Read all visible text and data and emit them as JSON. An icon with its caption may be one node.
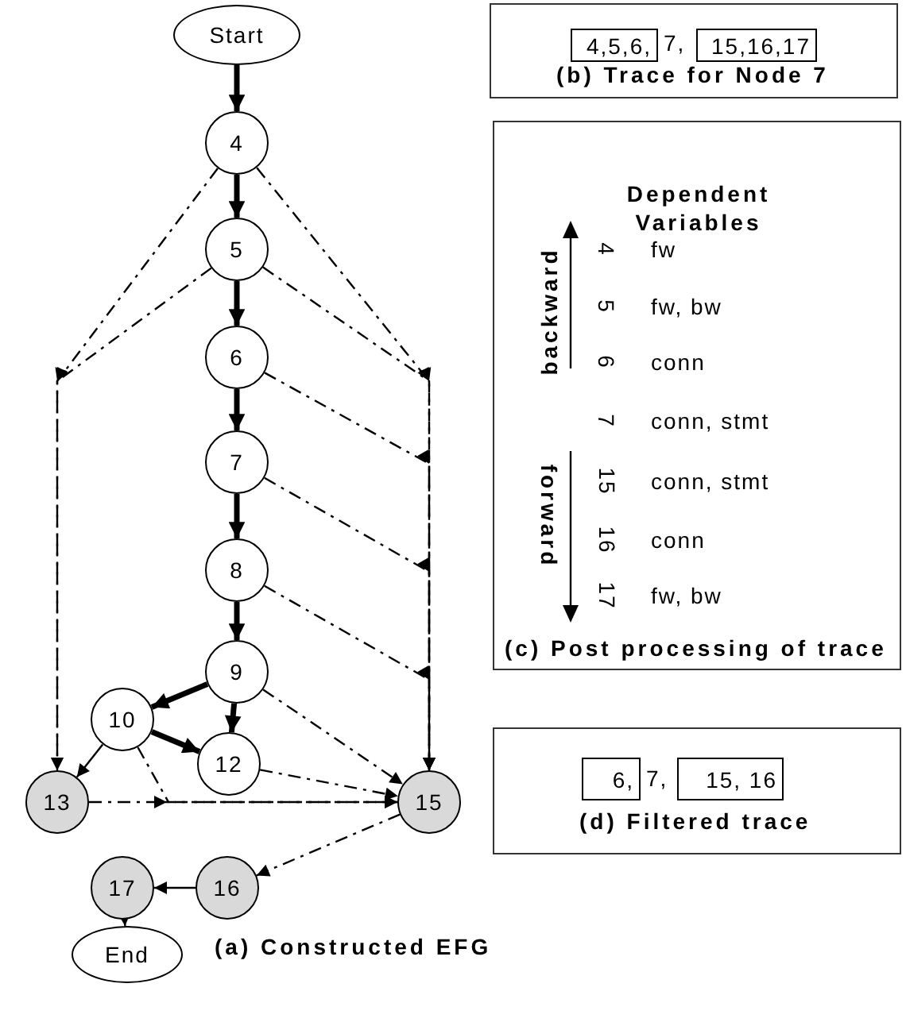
{
  "diagram": {
    "nodes": [
      {
        "text": [
          "Start"
        ]
      },
      {
        "text": [
          "4"
        ]
      },
      {
        "text": [
          "5"
        ]
      },
      {
        "text": [
          "6"
        ]
      },
      {
        "text": [
          "7"
        ]
      },
      {
        "text": [
          "8"
        ]
      },
      {
        "text": [
          "9"
        ]
      },
      {
        "text": [
          "10"
        ]
      },
      {
        "text": [
          "12"
        ]
      },
      {
        "text": [
          "13"
        ]
      },
      {
        "text": [
          "15"
        ]
      },
      {
        "text": [
          "16"
        ]
      },
      {
        "text": [
          "17"
        ]
      },
      {
        "text": [
          "End"
        ]
      },
      {
        "text": [
          "7,",
          "(b) Trace for Node 7"
        ]
      },
      {
        "text": [
          "4,5,6,"
        ],
        "in": 14
      },
      {
        "text": [
          "15,16,17"
        ],
        "in": 14
      },
      {
        "text": [
          "Dependent Variables",
          "backward",
          "4",
          "fw",
          "5",
          "fw, bw",
          "6",
          "conn",
          "7",
          "conn, stmt",
          "forward",
          "15",
          "conn, stmt",
          "16",
          "conn",
          "17",
          "fw, bw",
          "(c) Post processing of trace"
        ]
      },
      {
        "text": [
          "7,",
          "(d) Filtered trace"
        ]
      },
      {
        "text": [
          "6,"
        ],
        "in": 18
      },
      {
        "text": [
          "15, 16"
        ],
        "in": 18
      }
    ],
    "edges": [
      {
        "from": 0,
        "to": 1,
        "arrow": "to",
        "style": "thick"
      },
      {
        "from": 1,
        "to": 2,
        "arrow": "to",
        "style": "thick"
      },
      {
        "from": 2,
        "to": 3,
        "arrow": "to",
        "style": "thick"
      },
      {
        "from": 3,
        "to": 4,
        "arrow": "to",
        "style": "thick"
      },
      {
        "from": 4,
        "to": 5,
        "arrow": "to",
        "style": "thick"
      },
      {
        "from": 5,
        "to": 6,
        "arrow": "to",
        "style": "thick"
      },
      {
        "from": 6,
        "to": 7,
        "arrow": "to",
        "style": "thick"
      },
      {
        "from": 6,
        "to": 8,
        "arrow": "to",
        "style": "thick"
      },
      {
        "from": 7,
        "to": 8,
        "arrow": "to",
        "style": "thick"
      },
      {
        "from": 7,
        "to": 9,
        "arrow": "to"
      },
      {
        "from": 1,
        "to": 9,
        "arrow": "to",
        "style": "dashed"
      },
      {
        "from": 2,
        "to": 9,
        "arrow": "to",
        "style": "dashed"
      },
      {
        "from": 1,
        "to": 10,
        "arrow": "to",
        "style": "dashed"
      },
      {
        "from": 2,
        "to": 10,
        "arrow": "to",
        "style": "dashed"
      },
      {
        "from": 3,
        "to": 10,
        "arrow": "to",
        "style": "dashed"
      },
      {
        "from": 4,
        "to": 10,
        "arrow": "to",
        "style": "dashed"
      },
      {
        "from": 5,
        "to": 10,
        "arrow": "to",
        "style": "dashed"
      },
      {
        "from": 6,
        "to": 10,
        "arrow": "to",
        "style": "dashed"
      },
      {
        "from": 7,
        "to": 10,
        "arrow": "to",
        "style": "dashed"
      },
      {
        "from": 8,
        "to": 10,
        "arrow": "to",
        "style": "dashed"
      },
      {
        "from": 9,
        "to": 10,
        "arrow": "to",
        "style": "dashed"
      },
      {
        "from": 10,
        "to": 11,
        "arrow": "to",
        "style": "dashed"
      },
      {
        "from": 11,
        "to": 12,
        "arrow": "to"
      },
      {
        "from": 12,
        "to": 13,
        "arrow": "to"
      }
    ],
    "labels": [
      "(a) Constructed EFG"
    ]
  }
}
